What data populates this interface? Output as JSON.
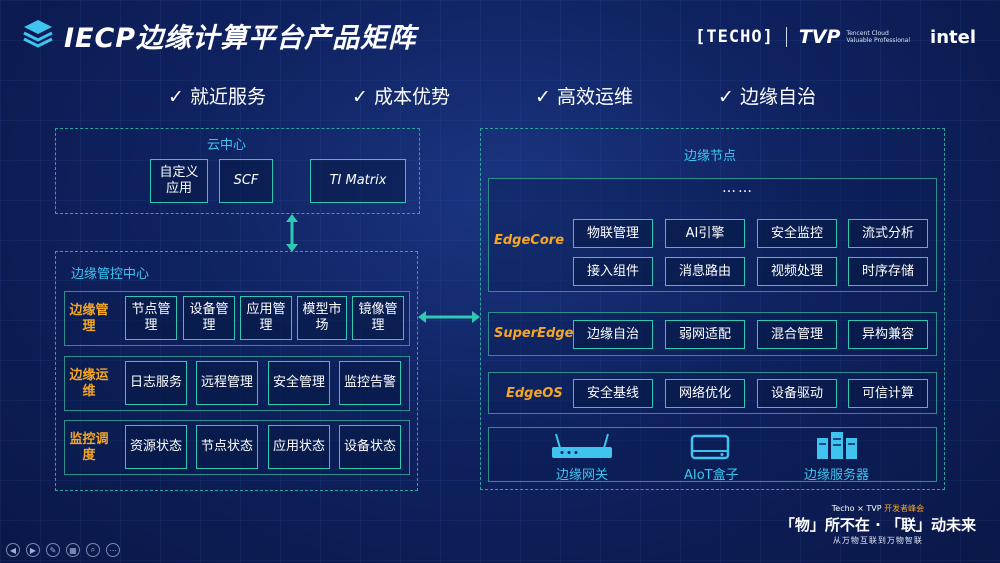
{
  "header": {
    "title": "IECP边缘计算平台产品矩阵",
    "logos": {
      "techo": "[TECHO]",
      "tvp": "TVP",
      "tvp_sub1": "Tencent Cloud",
      "tvp_sub2": "Valuable Professional",
      "intel": "intel"
    }
  },
  "advantages": [
    "✓ 就近服务",
    "✓ 成本优势",
    "✓ 高效运维",
    "✓ 边缘自治"
  ],
  "cloud": {
    "label": "云中心",
    "items": [
      "自定义应用",
      "SCF",
      "TI Matrix"
    ]
  },
  "control": {
    "label": "边缘管控中心",
    "rows": [
      {
        "label": "边缘管理",
        "items": [
          "节点管理",
          "设备管理",
          "应用管理",
          "模型市场",
          "镜像管理"
        ]
      },
      {
        "label": "边缘运维",
        "items": [
          "日志服务",
          "远程管理",
          "安全管理",
          "监控告警"
        ]
      },
      {
        "label": "监控调度",
        "items": [
          "资源状态",
          "节点状态",
          "应用状态",
          "设备状态"
        ]
      }
    ]
  },
  "edge": {
    "label": "边缘节点",
    "dots": "……",
    "layers": [
      {
        "name": "EdgeCore",
        "items": [
          "物联管理",
          "AI引擎",
          "安全监控",
          "流式分析",
          "接入组件",
          "消息路由",
          "视频处理",
          "时序存储"
        ]
      },
      {
        "name": "SuperEdge",
        "items": [
          "边缘自治",
          "弱网适配",
          "混合管理",
          "异构兼容"
        ]
      },
      {
        "name": "EdgeOS",
        "items": [
          "安全基线",
          "网络优化",
          "设备驱动",
          "可信计算"
        ]
      }
    ],
    "devices": [
      {
        "label": "边缘网关",
        "icon": "router-icon"
      },
      {
        "label": "AIoT盒子",
        "icon": "box-icon"
      },
      {
        "label": "边缘服务器",
        "icon": "server-icon"
      }
    ]
  },
  "footer": {
    "top": "Techo × TVP",
    "top_accent": "开发者峰会",
    "main": "「物」所不在 · 「联」动未来",
    "sub": "从万物互联到万物智联"
  },
  "colors": {
    "accent_teal": "#2ec8b3",
    "label_cyan": "#3fc4f0",
    "label_orange": "#f5a623",
    "bg": "#0f2260"
  }
}
